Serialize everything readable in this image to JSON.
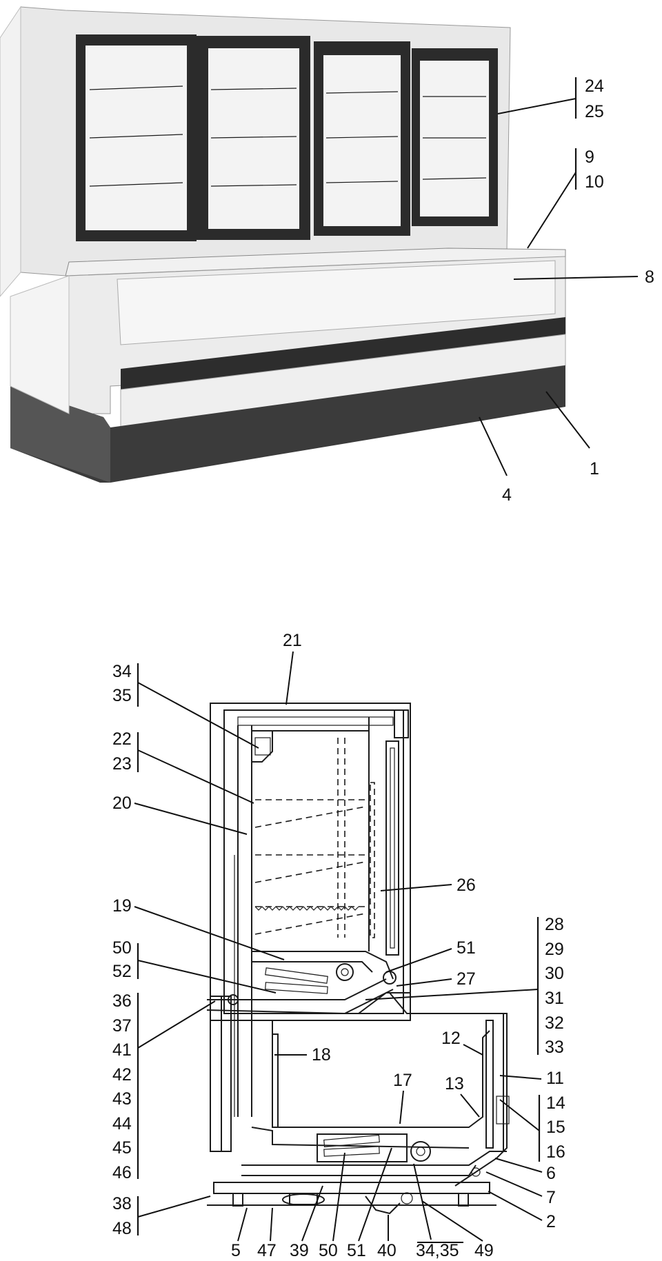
{
  "figure_top": {
    "labels": {
      "l24": "24",
      "l25": "25",
      "l9": "9",
      "l10": "10",
      "l8": "8",
      "l1": "1",
      "l4": "4"
    }
  },
  "figure_bottom": {
    "labels": {
      "l21": "21",
      "l34": "34",
      "l35": "35",
      "l22": "22",
      "l23": "23",
      "l20": "20",
      "l26": "26",
      "l19": "19",
      "l50": "50",
      "l52": "52",
      "l51": "51",
      "l27": "27",
      "l28": "28",
      "l29": "29",
      "l30": "30",
      "l31": "31",
      "l32": "32",
      "l33": "33",
      "l36": "36",
      "l37": "37",
      "l41": "41",
      "l42": "42",
      "l43": "43",
      "l44": "44",
      "l45": "45",
      "l46": "46",
      "l18": "18",
      "l12": "12",
      "l11": "11",
      "l17": "17",
      "l13": "13",
      "l14": "14",
      "l15": "15",
      "l16": "16",
      "l6": "6",
      "l7": "7",
      "l38": "38",
      "l48": "48",
      "l2": "2",
      "b5": "5",
      "b47": "47",
      "b39": "39",
      "b50": "50",
      "b51": "51",
      "b40": "40",
      "b3435": "34,35",
      "b49": "49"
    }
  },
  "colors": {
    "ink": "#111111",
    "cabinet": "#e9e9e9",
    "base": "#3a3a3a",
    "door_frame": "#2a2a2a",
    "glass": "#f4f4f4"
  }
}
